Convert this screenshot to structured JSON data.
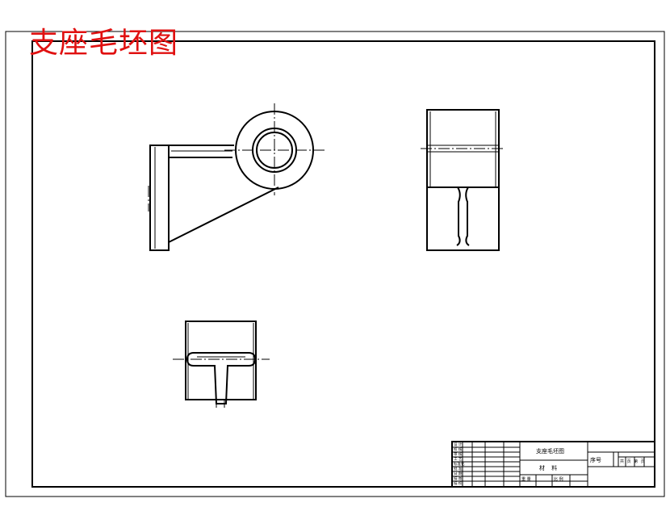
{
  "drawing": {
    "title": "支座毛坯图"
  },
  "title_block": {
    "part_name": "支座毛坯图",
    "material_label": "材 料",
    "serial_label": "序号",
    "sheet_label": "共 页 第 页",
    "scale_label": "重 量",
    "ratio_label": "比 例",
    "rows": [
      "设 计",
      "校 核",
      "审 核",
      "工 艺",
      "标准化",
      "批 准",
      "日 期",
      "描 图",
      "描 校"
    ]
  },
  "colors": {
    "title_red": "#e01010",
    "line": "#000000"
  }
}
